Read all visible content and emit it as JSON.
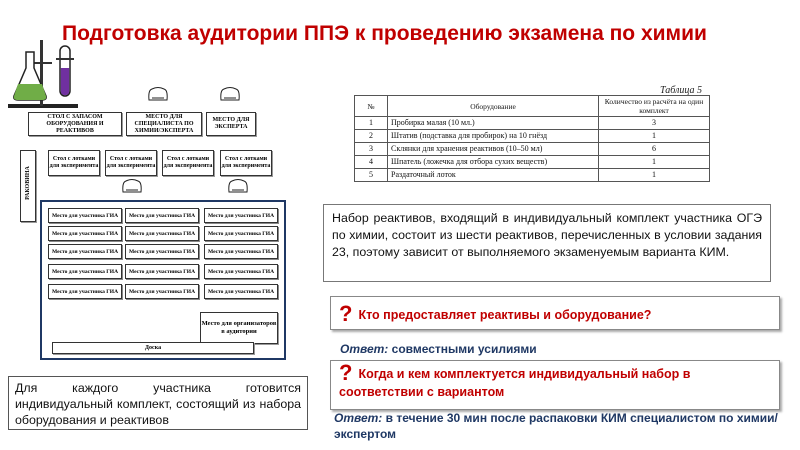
{
  "slide": {
    "title": "Подготовка  аудитории ППЭ к проведению экзамена по химии"
  },
  "plan": {
    "tables_top": [
      {
        "label": "СТОЛ С ЗАПАСОМ ОБОРУДОВАНИЯ И РЕАКТИВОВ"
      },
      {
        "label": "МЕСТО ДЛЯ СПЕЦИАЛИСТА ПО ХИМИИ/ЭКСПЕРТА"
      },
      {
        "label": "МЕСТО ДЛЯ ЭКСПЕРТА"
      }
    ],
    "sink_label": "РАКОВИНА",
    "trays": [
      {
        "label": "Стол с лотками для эксперимента"
      },
      {
        "label": "Стол с лотками для эксперимента"
      },
      {
        "label": "Стол с лотками для эксперимента"
      },
      {
        "label": "Стол с лотками для эксперимента"
      }
    ],
    "seat_label": "Место для участника ГИА",
    "organizer_label": "Место для организаторов в аудитории",
    "board_label": "Доска"
  },
  "equipment_table": {
    "caption": "Таблица 5",
    "headers": [
      "№",
      "Оборудование",
      "Количество из расчёта на один комплект"
    ],
    "rows": [
      [
        "1",
        "Пробирка малая (10 мл.)",
        "3"
      ],
      [
        "2",
        "Штатив (подставка для пробирок) на 10 гнёзд",
        "1"
      ],
      [
        "3",
        "Склянки для хранения реактивов (10–50 мл)",
        "6"
      ],
      [
        "4",
        "Шпатель (ложечка для отбора сухих веществ)",
        "1"
      ],
      [
        "5",
        "Раздаточный лоток",
        "1"
      ]
    ]
  },
  "reagents_text": "Набор реактивов, входящий в индивидуальный комплект участника ОГЭ по химии, состоит из шести реактивов, перечисленных в условии задания 23, поэтому зависит от выполняемого экзаменуемым варианта КИМ.",
  "question1": {
    "mark": "?",
    "text": "Кто предоставляет реактивы и оборудование?"
  },
  "answer1": {
    "label": "Ответ:",
    "text": "совместными усилиями"
  },
  "question2": {
    "mark": "?",
    "text": "Когда и кем комплектуется индивидуальный набор  в соответствии с вариантом"
  },
  "answer2": {
    "label": "Ответ:",
    "text": "в течение 30 мин после распаковки КИМ специалистом по химии/экспертом"
  },
  "kit_text": "Для каждого участника готовится индивидуальный комплект, состоящий из набора оборудования и реактивов",
  "colors": {
    "title": "#c00000",
    "answer": "#1f3864",
    "room_border": "#1f3864",
    "flask_green": "#70ad47",
    "flask_purple": "#7030a0"
  }
}
